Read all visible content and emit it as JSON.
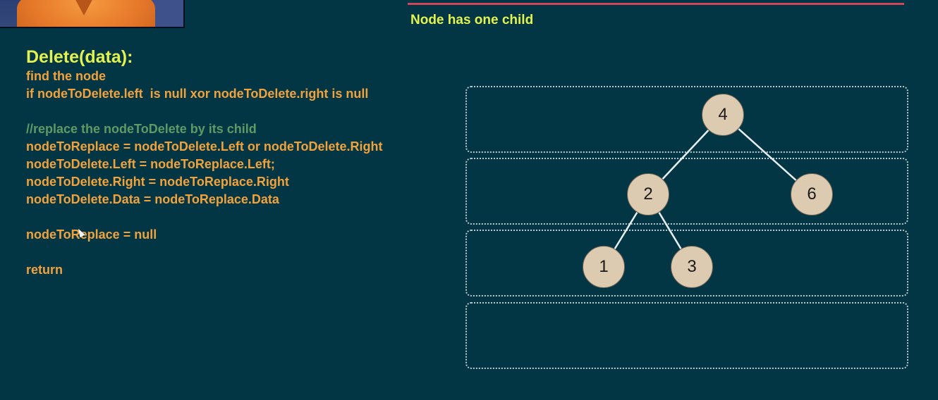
{
  "header": {
    "section_title": "Node has one child"
  },
  "code": {
    "heading": "Delete(data):",
    "lines": [
      {
        "text": "find the node",
        "kind": "code"
      },
      {
        "text": "if nodeToDelete.left  is null xor nodeToDelete.right is null",
        "kind": "code"
      },
      {
        "text": "",
        "kind": "blank"
      },
      {
        "text": "//replace the nodeToDelete by its child",
        "kind": "comment"
      },
      {
        "text": "nodeToReplace = nodeToDelete.Left or nodeToDelete.Right",
        "kind": "code"
      },
      {
        "text": "nodeToDelete.Left = nodeToReplace.Left;",
        "kind": "code"
      },
      {
        "text": "nodeToDelete.Right = nodeToReplace.Right",
        "kind": "code"
      },
      {
        "text": "nodeToDelete.Data = nodeToReplace.Data",
        "kind": "code"
      },
      {
        "text": "",
        "kind": "blank"
      },
      {
        "text": "nodeToReplace = null",
        "kind": "code"
      },
      {
        "text": "",
        "kind": "blank"
      },
      {
        "text": "return",
        "kind": "code"
      }
    ]
  },
  "tree": {
    "nodes": [
      {
        "id": "n4",
        "value": "4",
        "level": 0
      },
      {
        "id": "n2",
        "value": "2",
        "level": 1
      },
      {
        "id": "n6",
        "value": "6",
        "level": 1
      },
      {
        "id": "n1",
        "value": "1",
        "level": 2
      },
      {
        "id": "n3",
        "value": "3",
        "level": 2
      }
    ],
    "edges": [
      [
        "n4",
        "n2"
      ],
      [
        "n4",
        "n6"
      ],
      [
        "n2",
        "n1"
      ],
      [
        "n2",
        "n3"
      ]
    ],
    "level_count": 4
  },
  "colors": {
    "background": "#023645",
    "heading": "#e4f24f",
    "code": "#f2a23c",
    "comment": "#5e9a64",
    "accent_rule": "#d0455a",
    "node_fill": "#dccbb0"
  }
}
